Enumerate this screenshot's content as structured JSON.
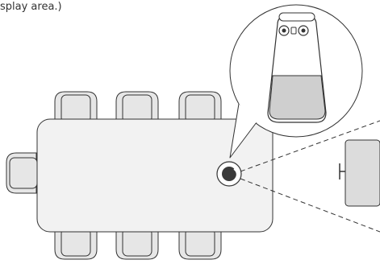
{
  "caption": "splay area.)",
  "colors": {
    "stroke": "#333333",
    "table_fill": "#f2f2f2",
    "chair_fill": "#e6e6e6",
    "mesh_fill": "#cfcfcf",
    "screen_fill": "#dcdcdc",
    "device_dot": "#3a3a3a",
    "background": "#ffffff"
  },
  "icons": [
    "conference-speakerphone-icon",
    "display-screen-icon",
    "camera-lens-icon"
  ],
  "seating": {
    "top_chairs": 3,
    "bottom_chairs": 3,
    "left_chairs": 1
  }
}
